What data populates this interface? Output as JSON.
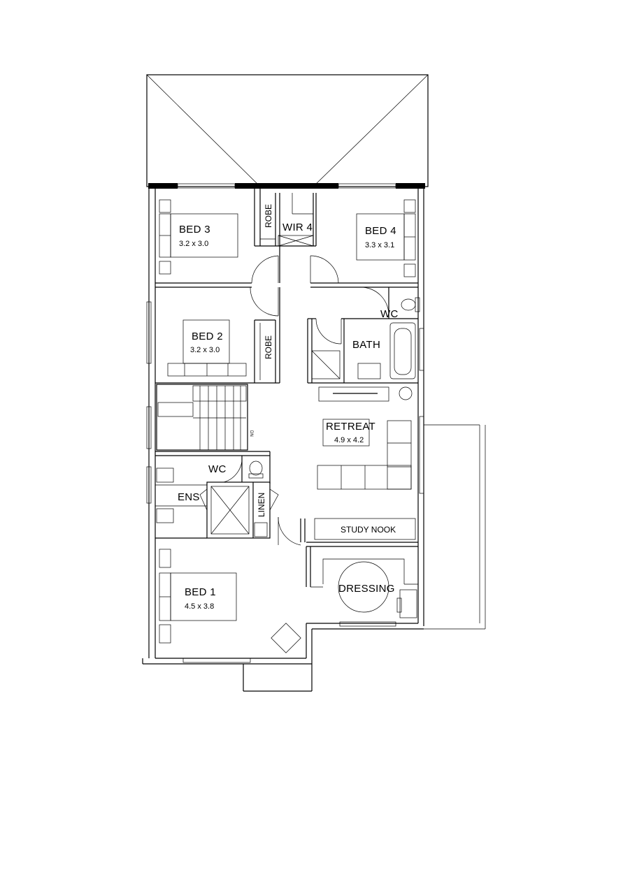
{
  "rooms": {
    "bed3": {
      "name": "BED 3",
      "size": "3.2 x 3.0"
    },
    "bed4": {
      "name": "BED 4",
      "size": "3.3 x 3.1"
    },
    "bed2": {
      "name": "BED 2",
      "size": "3.2 x 3.0"
    },
    "bed1": {
      "name": "BED 1",
      "size": "4.5 x 3.8"
    },
    "retreat": {
      "name": "RETREAT",
      "size": "4.9 x 4.2"
    },
    "wir4": {
      "name": "WIR 4"
    },
    "robe_top": {
      "name": "ROBE"
    },
    "robe_bed2": {
      "name": "ROBE"
    },
    "wc_upper": {
      "name": "WC"
    },
    "wc_ens": {
      "name": "WC"
    },
    "bath": {
      "name": "BATH"
    },
    "ens": {
      "name": "ENS"
    },
    "linen": {
      "name": "LINEN"
    },
    "study_nook": {
      "name": "STUDY NOOK"
    },
    "dressing": {
      "name": "DRESSING"
    },
    "stair_dn": {
      "name": "DN"
    }
  }
}
